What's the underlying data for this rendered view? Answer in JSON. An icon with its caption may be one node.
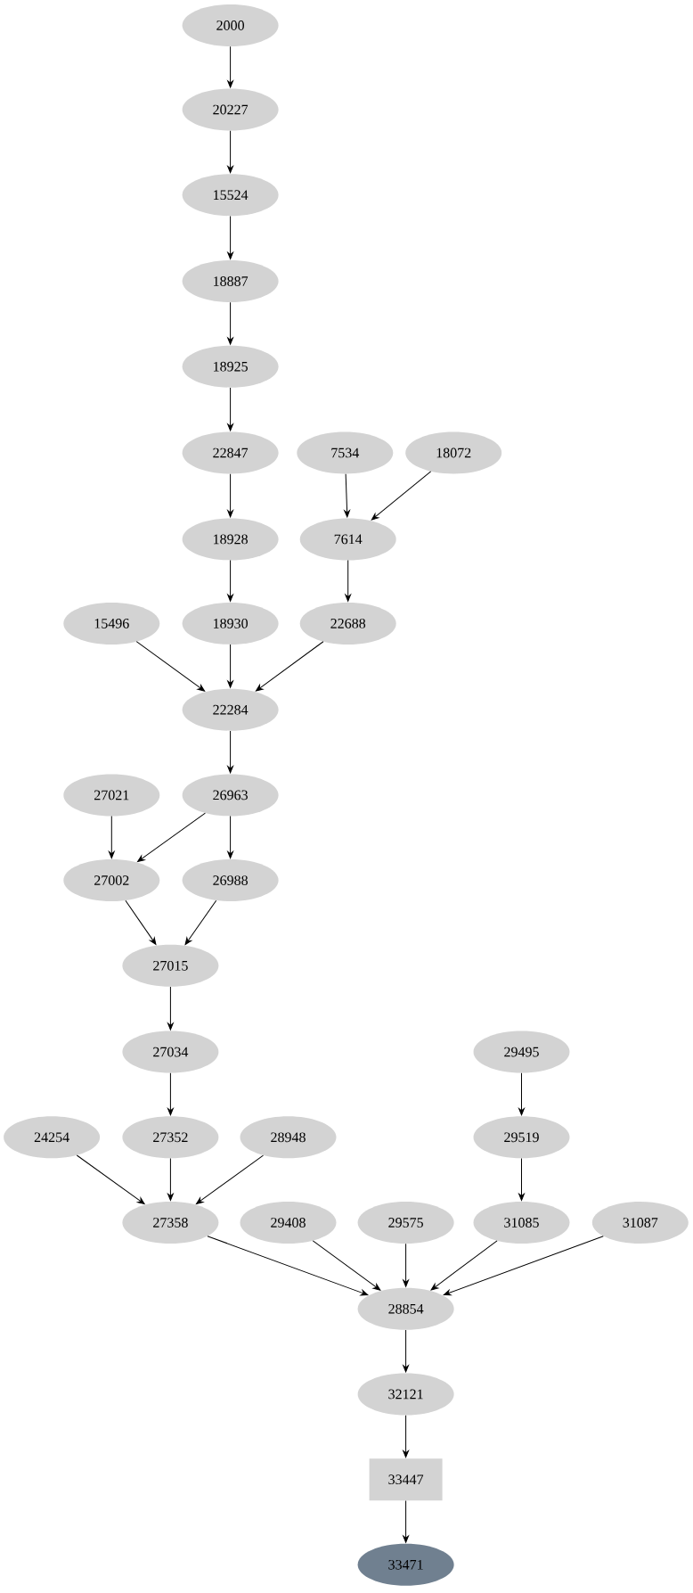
{
  "diagram": {
    "nodes": [
      {
        "text": [
          "2000"
        ]
      },
      {
        "text": [
          "20227"
        ]
      },
      {
        "text": [
          "15524"
        ]
      },
      {
        "text": [
          "18887"
        ]
      },
      {
        "text": [
          "18925"
        ]
      },
      {
        "text": [
          "22847"
        ]
      },
      {
        "text": [
          "7534"
        ]
      },
      {
        "text": [
          "18072"
        ]
      },
      {
        "text": [
          "18928"
        ]
      },
      {
        "text": [
          "7614"
        ]
      },
      {
        "text": [
          "15496"
        ]
      },
      {
        "text": [
          "18930"
        ]
      },
      {
        "text": [
          "22688"
        ]
      },
      {
        "text": [
          "22284"
        ]
      },
      {
        "text": [
          "27021"
        ]
      },
      {
        "text": [
          "26963"
        ]
      },
      {
        "text": [
          "27002"
        ]
      },
      {
        "text": [
          "26988"
        ]
      },
      {
        "text": [
          "27015"
        ]
      },
      {
        "text": [
          "29495"
        ]
      },
      {
        "text": [
          "27034"
        ]
      },
      {
        "text": [
          "24254"
        ]
      },
      {
        "text": [
          "27352"
        ]
      },
      {
        "text": [
          "28948"
        ]
      },
      {
        "text": [
          "29519"
        ]
      },
      {
        "text": [
          "27358"
        ]
      },
      {
        "text": [
          "29408"
        ]
      },
      {
        "text": [
          "29575"
        ]
      },
      {
        "text": [
          "31085"
        ]
      },
      {
        "text": [
          "31087"
        ]
      },
      {
        "text": [
          "28854"
        ]
      },
      {
        "text": [
          "32121"
        ]
      },
      {
        "text": [
          "33447"
        ]
      },
      {
        "text": [
          "33471"
        ]
      }
    ],
    "edges": [
      {
        "from": 0,
        "to": 1,
        "arrow": "to"
      },
      {
        "from": 1,
        "to": 2,
        "arrow": "to"
      },
      {
        "from": 2,
        "to": 3,
        "arrow": "to"
      },
      {
        "from": 3,
        "to": 4,
        "arrow": "to"
      },
      {
        "from": 4,
        "to": 5,
        "arrow": "to"
      },
      {
        "from": 5,
        "to": 8,
        "arrow": "to"
      },
      {
        "from": 8,
        "to": 11,
        "arrow": "to"
      },
      {
        "from": 6,
        "to": 9,
        "arrow": "to"
      },
      {
        "from": 7,
        "to": 9,
        "arrow": "to"
      },
      {
        "from": 9,
        "to": 12,
        "arrow": "to"
      },
      {
        "from": 10,
        "to": 13,
        "arrow": "to"
      },
      {
        "from": 11,
        "to": 13,
        "arrow": "to"
      },
      {
        "from": 12,
        "to": 13,
        "arrow": "to"
      },
      {
        "from": 13,
        "to": 15,
        "arrow": "to"
      },
      {
        "from": 14,
        "to": 16,
        "arrow": "to"
      },
      {
        "from": 15,
        "to": 16,
        "arrow": "to"
      },
      {
        "from": 15,
        "to": 17,
        "arrow": "to"
      },
      {
        "from": 16,
        "to": 18,
        "arrow": "to"
      },
      {
        "from": 17,
        "to": 18,
        "arrow": "to"
      },
      {
        "from": 18,
        "to": 20,
        "arrow": "to"
      },
      {
        "from": 20,
        "to": 22,
        "arrow": "to"
      },
      {
        "from": 21,
        "to": 25,
        "arrow": "to"
      },
      {
        "from": 22,
        "to": 25,
        "arrow": "to"
      },
      {
        "from": 23,
        "to": 25,
        "arrow": "to"
      },
      {
        "from": 19,
        "to": 24,
        "arrow": "to"
      },
      {
        "from": 24,
        "to": 28,
        "arrow": "to"
      },
      {
        "from": 25,
        "to": 30,
        "arrow": "to"
      },
      {
        "from": 26,
        "to": 30,
        "arrow": "to"
      },
      {
        "from": 27,
        "to": 30,
        "arrow": "to"
      },
      {
        "from": 28,
        "to": 30,
        "arrow": "to"
      },
      {
        "from": 29,
        "to": 30,
        "arrow": "to"
      },
      {
        "from": 30,
        "to": 31,
        "arrow": "to"
      },
      {
        "from": 31,
        "to": 32,
        "arrow": "to"
      },
      {
        "from": 32,
        "to": 33,
        "arrow": "to"
      }
    ]
  }
}
